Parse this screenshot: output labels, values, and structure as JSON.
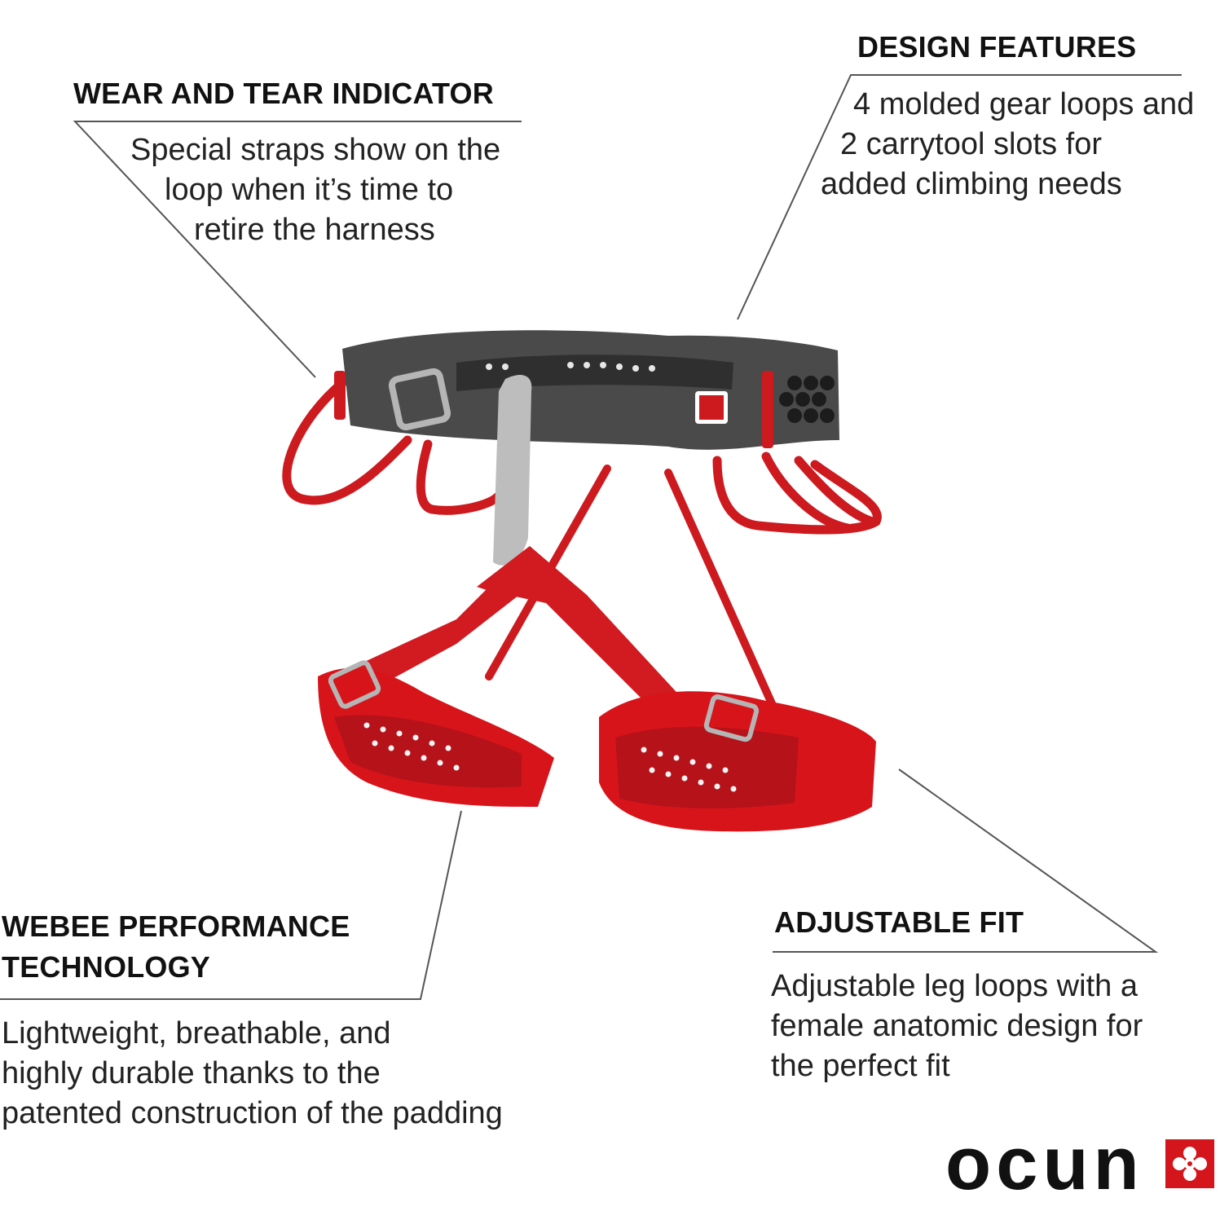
{
  "callouts": {
    "wear": {
      "heading": "WEAR AND TEAR INDICATOR",
      "lines": [
        "Special straps show on the",
        "loop when it’s time to",
        "retire the harness"
      ]
    },
    "design": {
      "heading": "DESIGN FEATURES",
      "lines": [
        "4 molded gear loops and",
        "2 carrytool slots for",
        "added climbing needs"
      ]
    },
    "webee": {
      "heading_lines": [
        "WEBEE PERFORMANCE",
        "TECHNOLOGY"
      ],
      "lines": [
        "Lightweight, breathable, and",
        "highly durable thanks to the",
        "patented construction of the padding"
      ]
    },
    "fit": {
      "heading": "ADJUSTABLE FIT",
      "lines": [
        "Adjustable leg loops with a",
        "female anatomic design for",
        "the perfect fit"
      ]
    }
  },
  "logo": {
    "wordmark": "ocun",
    "icon": "ocun-flower-icon"
  },
  "colors": {
    "accent_red": "#d4151c",
    "belt_grey": "#4a4a4a",
    "text": "#111111"
  }
}
